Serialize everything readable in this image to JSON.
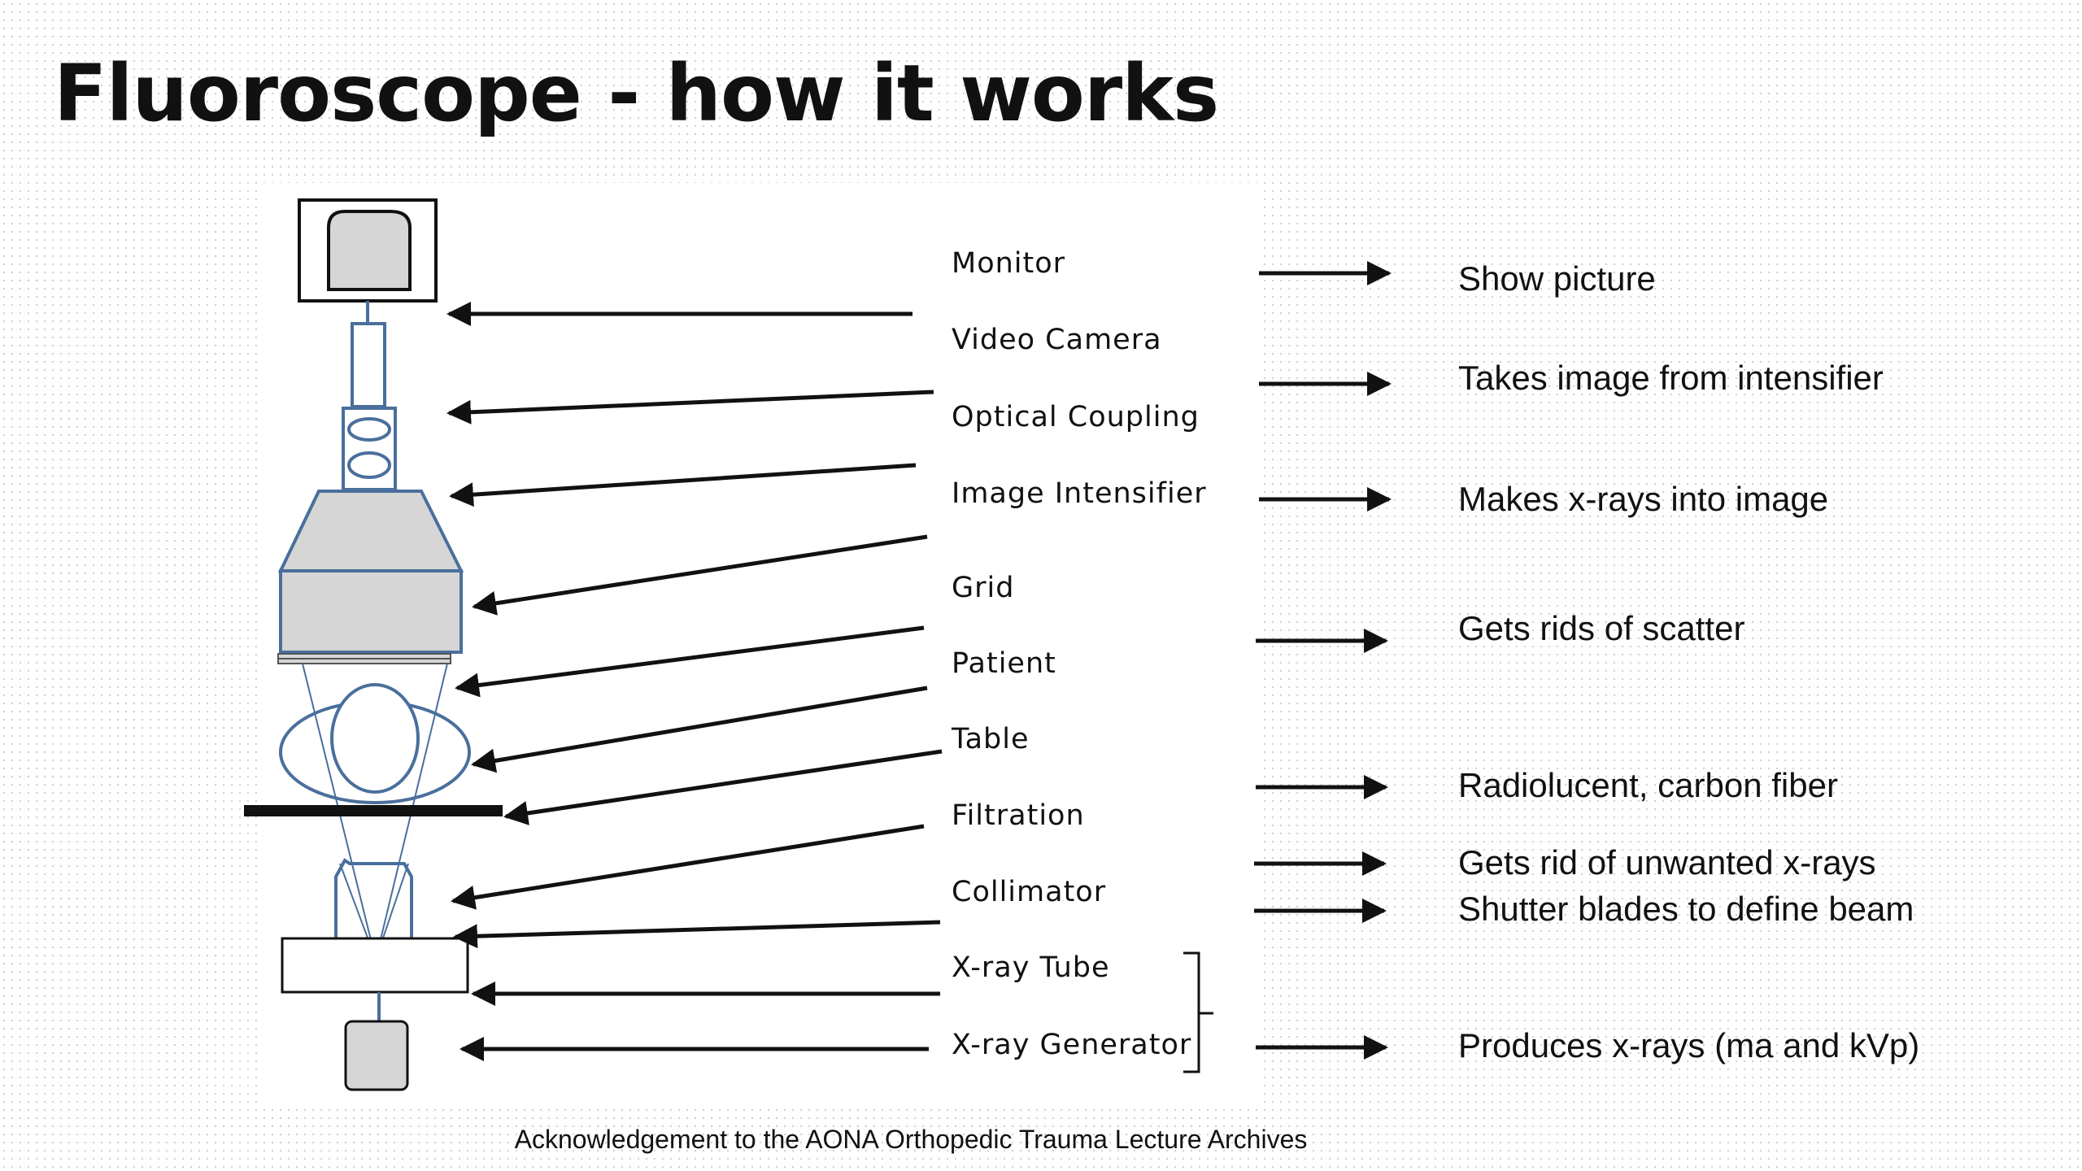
{
  "slide": {
    "title": "Fluoroscope -  how it works",
    "acknowledgement": "Acknowledgement to the AONA Orthopedic Trauma Lecture Archives"
  },
  "components": [
    "Monitor",
    "Video Camera",
    "Optical Coupling",
    "Image Intensifier",
    "Grid",
    "Patient",
    "Table",
    "Filtration",
    "Collimator",
    "X-ray Tube",
    "X-ray Generator"
  ],
  "functions": [
    "Show picture",
    "Takes image from intensifier",
    "Makes x-rays into image",
    "Gets rids of scatter",
    "Radiolucent, carbon fiber",
    "Gets rid of unwanted x-rays",
    "Shutter blades to define beam",
    "Produces x-rays (ma and kVp)"
  ],
  "colors": {
    "device_outline": "#4a6f9c",
    "device_fill": "#d6d6d6",
    "arrow": "#111111"
  }
}
